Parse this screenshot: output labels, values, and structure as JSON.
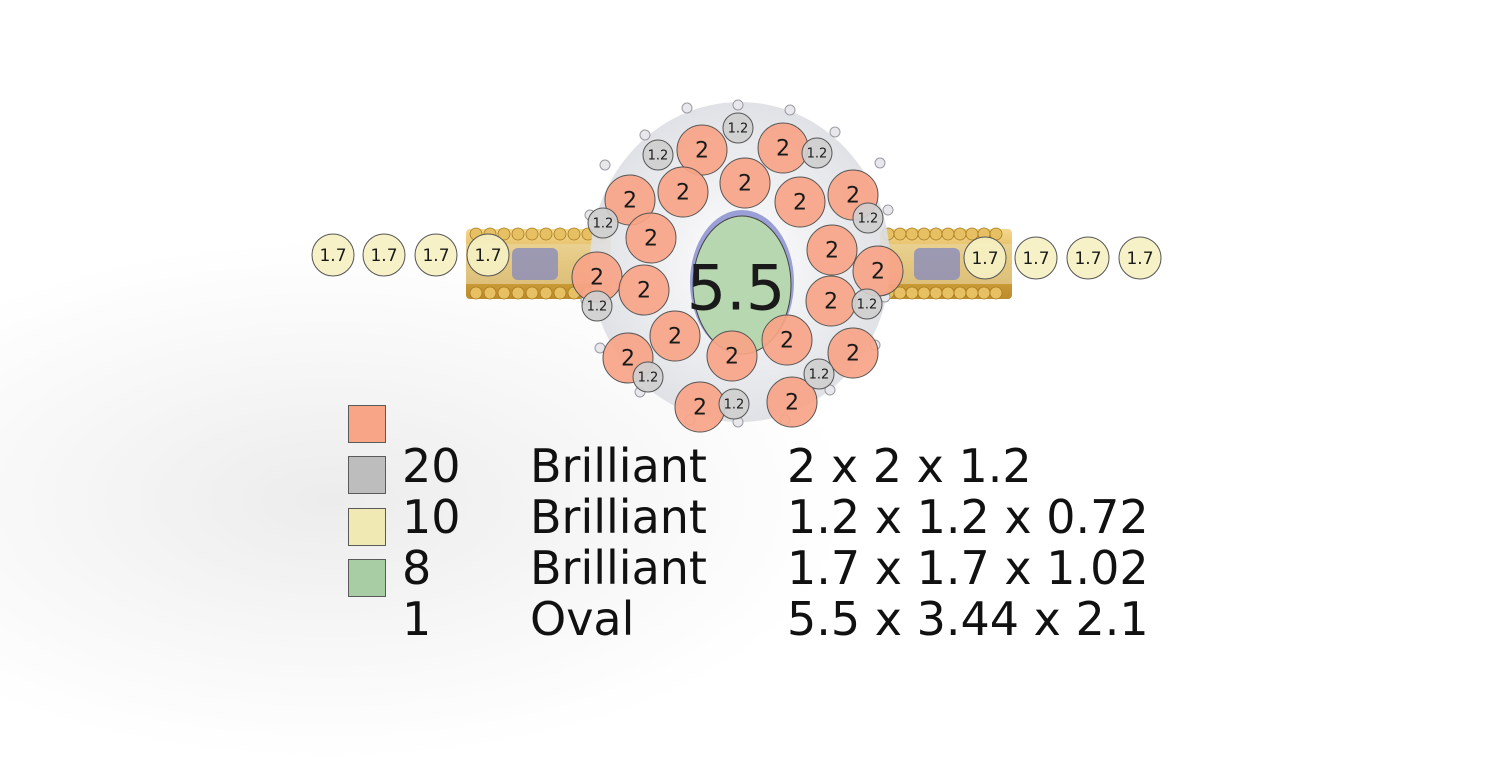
{
  "center_stone": {
    "label": "5.5",
    "shape": "Oval",
    "color": "#b7d7b0"
  },
  "stones": {
    "orange": {
      "label": "2",
      "color": "#f7a487"
    },
    "gray": {
      "label": "1.2",
      "color": "#cfcfcf"
    },
    "yellow": {
      "label": "1.7",
      "color": "#f5f0c2"
    }
  },
  "legend": {
    "rows": [
      {
        "color": "#f7a487",
        "count": "",
        "shape": "",
        "dimensions": ""
      },
      {
        "color": "#bdbdbd",
        "count": "20",
        "shape": "Brilliant",
        "dimensions": "2 x 2 x 1.2"
      },
      {
        "color": "#f0e9b4",
        "count": "10",
        "shape": "Brilliant",
        "dimensions": "1.2 x 1.2 x 0.72"
      },
      {
        "color": "#a8cda4",
        "count": "8",
        "shape": "Brilliant",
        "dimensions": "1.7 x 1.7 x 1.02"
      },
      {
        "color": "",
        "count": "1",
        "shape": "Oval",
        "dimensions": "5.5 x 3.44 x 2.1"
      }
    ]
  }
}
